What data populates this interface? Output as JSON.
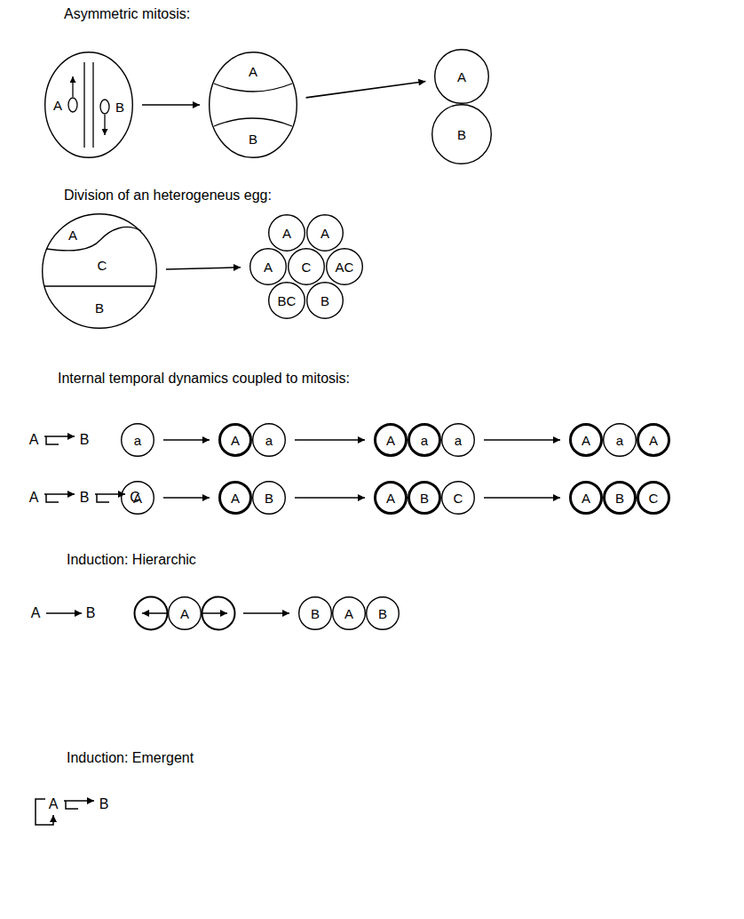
{
  "diagram": {
    "nodes": [
      {
        "text": [
          "A",
          "B"
        ]
      },
      {
        "text": [
          "A",
          "B"
        ]
      },
      {
        "text": [
          "A"
        ]
      },
      {
        "text": [
          "B"
        ]
      },
      {
        "text": [
          "A",
          "C",
          "B"
        ]
      },
      {
        "text": [
          "A"
        ]
      },
      {
        "text": [
          "A"
        ]
      },
      {
        "text": [
          "A"
        ]
      },
      {
        "text": [
          "C"
        ]
      },
      {
        "text": [
          "AC"
        ]
      },
      {
        "text": [
          "BC"
        ]
      },
      {
        "text": [
          "B"
        ]
      },
      {
        "text": [
          "a"
        ]
      },
      {
        "text": [
          "A"
        ]
      },
      {
        "text": [
          "a"
        ]
      },
      {
        "text": [
          "A"
        ]
      },
      {
        "text": [
          "a"
        ]
      },
      {
        "text": [
          "a"
        ]
      },
      {
        "text": [
          "A"
        ]
      },
      {
        "text": [
          "a"
        ]
      },
      {
        "text": [
          "A"
        ]
      },
      {
        "text": [
          "A"
        ]
      },
      {
        "text": [
          "A"
        ]
      },
      {
        "text": [
          "B"
        ]
      },
      {
        "text": [
          "A"
        ]
      },
      {
        "text": [
          "B"
        ]
      },
      {
        "text": [
          "C"
        ]
      },
      {
        "text": [
          "A"
        ]
      },
      {
        "text": [
          "B"
        ]
      },
      {
        "text": [
          "C"
        ]
      },
      {
        "text": [
          "A"
        ]
      },
      {
        "text": [
          "B"
        ]
      },
      {
        "text": [
          "A"
        ]
      },
      {
        "text": [
          "B"
        ]
      }
    ],
    "edges": [
      {
        "from": 0,
        "to": 1,
        "arrow": "to"
      },
      {
        "from": 1,
        "to": 2,
        "arrow": "to"
      },
      {
        "from": 4,
        "to": 7,
        "arrow": "to"
      },
      {
        "from": 12,
        "to": 13,
        "arrow": "to"
      },
      {
        "from": 14,
        "to": 15,
        "arrow": "to"
      },
      {
        "from": 17,
        "to": 18,
        "arrow": "to"
      },
      {
        "from": 21,
        "to": 22,
        "arrow": "to"
      },
      {
        "from": 23,
        "to": 24,
        "arrow": "to"
      },
      {
        "from": 26,
        "to": 27,
        "arrow": "to"
      }
    ],
    "labels": [
      "Asymmetric mitosis:",
      "Division of an heterogeneus egg:",
      "Internal temporal dynamics coupled to mitosis:",
      "A",
      "B",
      "A",
      "B",
      "C",
      "Induction: Hierarchic",
      "A",
      "B",
      "Induction: Emergent",
      "A",
      "B"
    ]
  }
}
